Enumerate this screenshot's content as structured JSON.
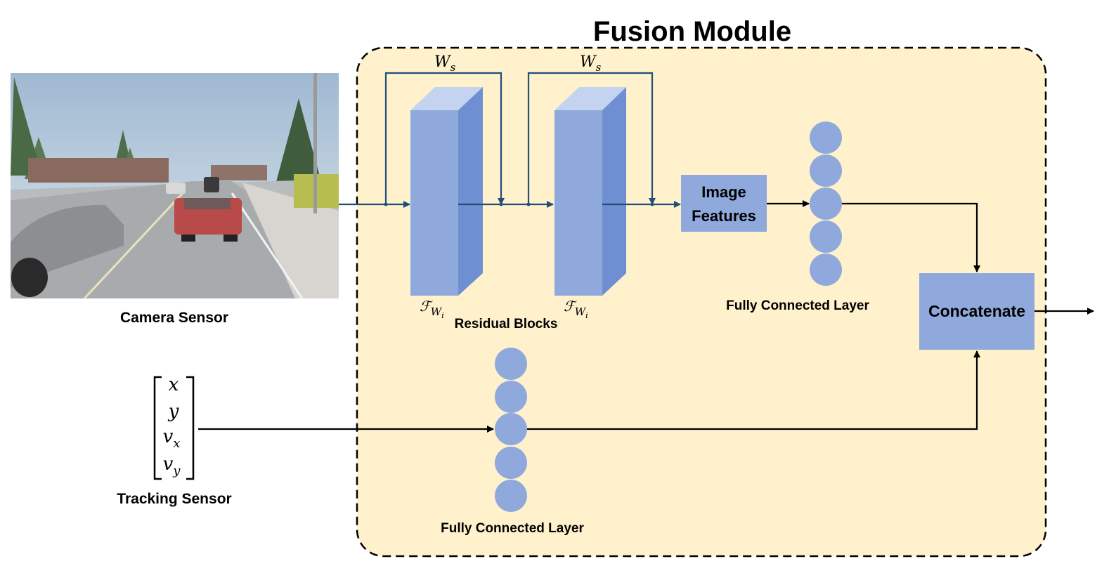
{
  "title": "Fusion Module",
  "camera": {
    "label": "Camera Sensor"
  },
  "tracking": {
    "label": "Tracking Sensor",
    "vector": [
      "x",
      "y",
      "v",
      "v"
    ],
    "vector_subscripts": [
      "",
      "",
      "x",
      "y"
    ]
  },
  "residual": {
    "label": "Residual Blocks",
    "skip_label": "W",
    "skip_sub": "s",
    "block_label": "ℱ",
    "block_sub": "W",
    "block_sub_sub": "i"
  },
  "image_features": {
    "line1": "Image",
    "line2": "Features"
  },
  "fc_top": {
    "label": "Fully Connected Layer"
  },
  "fc_bottom": {
    "label": "Fully Connected Layer"
  },
  "concatenate": {
    "label": "Concatenate"
  },
  "colors": {
    "panel_fill": "#fef1cc",
    "block_front": "#8fa9dc",
    "block_top": "#c4d3ef",
    "block_side": "#6e8fd2",
    "node": "#8fa9dc",
    "feature_box": "#8fa9dc",
    "flow_line": "#1f4e79",
    "black_line": "#000000"
  }
}
